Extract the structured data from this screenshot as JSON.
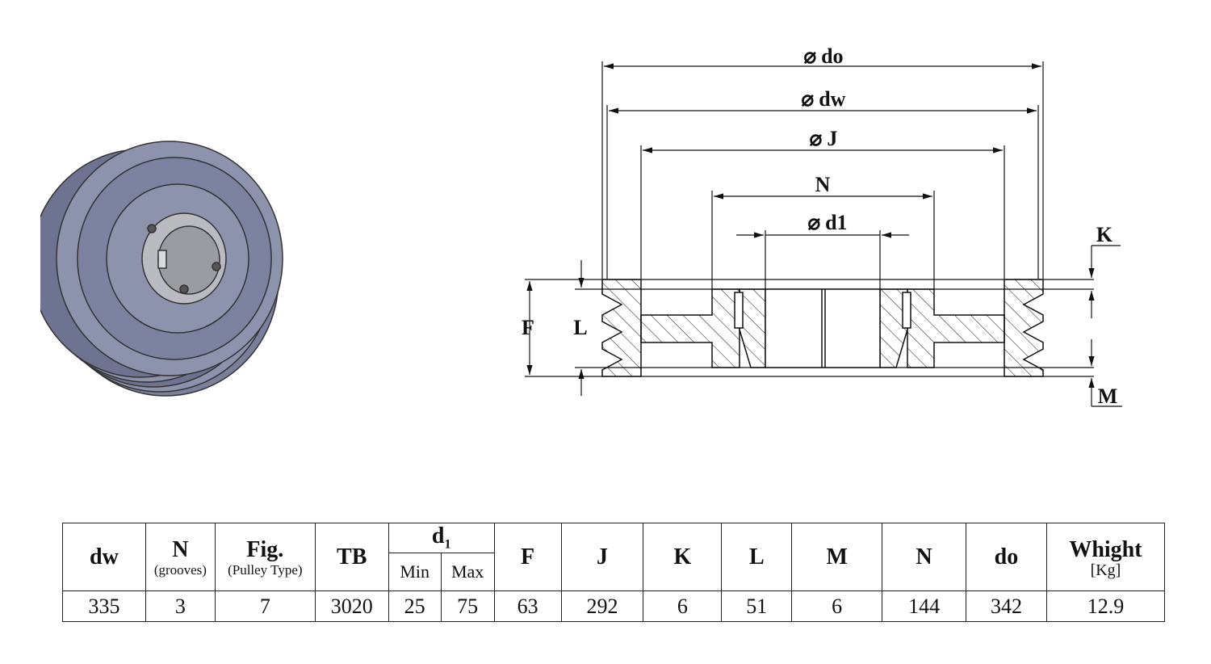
{
  "drawing": {
    "labels": {
      "do": "do",
      "dw": "dw",
      "J": "J",
      "N": "N",
      "d1": "d1",
      "K": "K",
      "M": "M",
      "F": "F",
      "L": "L"
    },
    "diameter_symbol": "⌀"
  },
  "table": {
    "headers": {
      "dw": "dw",
      "N": "N",
      "N_sub": "(grooves)",
      "Fig": "Fig.",
      "Fig_sub": "(Pulley Type)",
      "TB": "TB",
      "d1_main": "d",
      "d1_subscript": "1",
      "Min": "Min",
      "Max": "Max",
      "F": "F",
      "J": "J",
      "K": "K",
      "L": "L",
      "M": "M",
      "N2": "N",
      "do": "do",
      "Whight": "Whight",
      "Whight_unit": "[Kg]"
    },
    "values": {
      "dw": "335",
      "N": "3",
      "Fig": "7",
      "TB": "3020",
      "d1_min": "25",
      "d1_max": "75",
      "F": "63",
      "J": "292",
      "K": "6",
      "L": "51",
      "M": "6",
      "N2": "144",
      "do": "342",
      "Whight": "12.9"
    }
  },
  "colors": {
    "pulley_body": "#8d92ad",
    "pulley_dark": "#6e7391",
    "bore": "#b0b3b8",
    "line": "#111111"
  }
}
